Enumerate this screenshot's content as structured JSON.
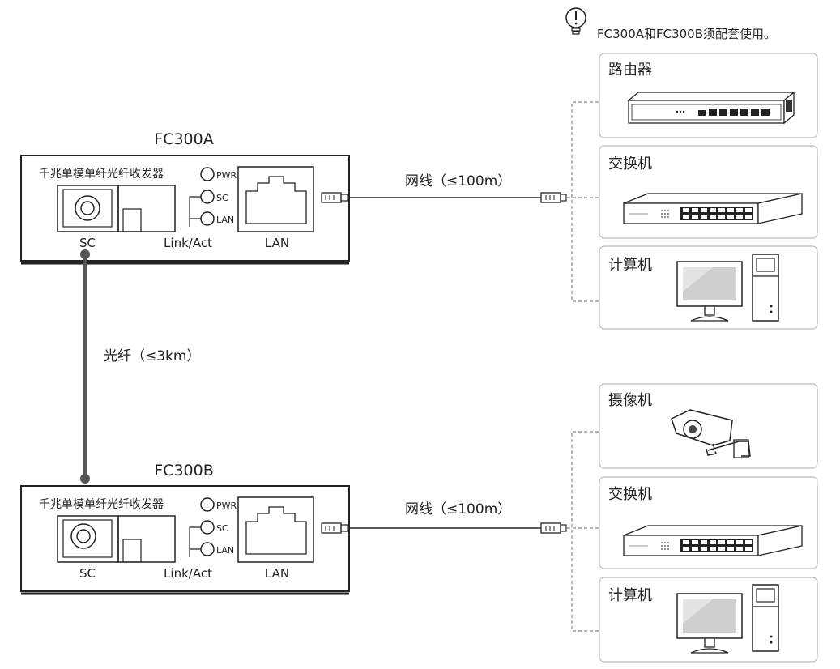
{
  "note": {
    "text": "FC300A和FC300B须配套使用。",
    "icon": "lightbulb-warning-icon"
  },
  "converters": [
    {
      "model": "FC300A",
      "product_name": "千兆单模单纤光纤收发器",
      "leds": {
        "pwr": "PWR",
        "sc": "SC",
        "lan": "LAN"
      },
      "port_labels": {
        "sc": "SC",
        "link_act": "Link/Act",
        "lan": "LAN"
      }
    },
    {
      "model": "FC300B",
      "product_name": "千兆单模单纤光纤收发器",
      "leds": {
        "pwr": "PWR",
        "sc": "SC",
        "lan": "LAN"
      },
      "port_labels": {
        "sc": "SC",
        "link_act": "Link/Act",
        "lan": "LAN"
      }
    }
  ],
  "links": {
    "fiber": "光纤（≤3km）",
    "cable_top": "网线（≤100m）",
    "cable_bottom": "网线（≤100m）"
  },
  "devices_top": [
    {
      "label": "路由器",
      "icon": "router-icon"
    },
    {
      "label": "交换机",
      "icon": "switch-icon"
    },
    {
      "label": "计算机",
      "icon": "computer-icon"
    }
  ],
  "devices_bottom": [
    {
      "label": "摄像机",
      "icon": "camera-icon"
    },
    {
      "label": "交换机",
      "icon": "switch-icon"
    },
    {
      "label": "计算机",
      "icon": "computer-icon"
    }
  ],
  "colors": {
    "line": "#222222",
    "dashed": "#888888",
    "box_border": "#bbbbbb"
  }
}
